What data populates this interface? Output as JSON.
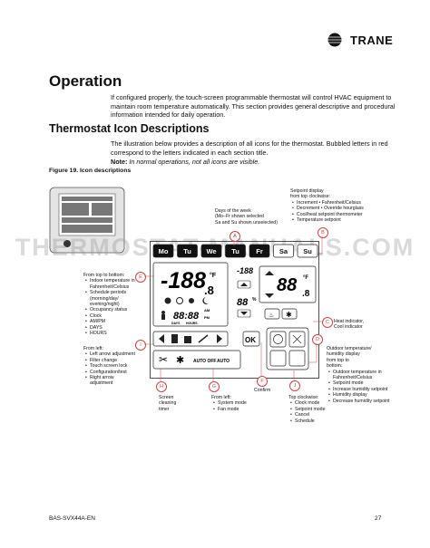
{
  "header": {
    "brand": "TRANE"
  },
  "section_title": "Operation",
  "intro": "If configured properly, the touch-screen programmable thermostat will control HVAC equipment to maintain room temperature automatically. This section provides general descriptive and procedural information intended for daily operation.",
  "subsection_title": "Thermostat Icon Descriptions",
  "subsection_text": "The illustration below provides a description of all icons for the thermostat. Bubbled letters in red correspond to the letters indicated in each section title.",
  "note_label": "Note:",
  "note_text": "In normal operations, not all icons are visible.",
  "figure_caption": "Figure 19.  Icon descriptions",
  "watermark": "THERMOSTAT-MANUALS.COM",
  "footer": {
    "doc_id": "BAS-SVX44A-EN",
    "page": "27"
  },
  "panel": {
    "days": [
      "Mo",
      "Tu",
      "We",
      "Tu",
      "Fr",
      "Sa",
      "Su"
    ],
    "main_temp": "-188",
    "main_decimal": ".8",
    "main_unit": "°F",
    "small_temp": "-188",
    "right_temp": "88",
    "right_decimal": ".8",
    "right_unit": "°F",
    "humidity": "88",
    "humidity_unit": "%",
    "clock": "88:88",
    "am": "AM",
    "pm": "PM",
    "days_label": "DAYS",
    "hours_label": "HOURS",
    "ok": "OK",
    "auto_off": "AUTO OFF",
    "auto": "AUTO"
  },
  "bubbles": [
    "A",
    "B",
    "C",
    "D",
    "E",
    "F",
    "G",
    "H",
    "I",
    "J"
  ],
  "annotations": {
    "days": {
      "title": "Days of the week",
      "lines": [
        "(Mo–Fr shown selected",
        "Sa and Su shown unselected)"
      ]
    },
    "setpoint": {
      "title_lines": [
        "Setpoint display",
        "from top clockwise:"
      ],
      "items": [
        "Increment   • Fahrenheit/Celsius",
        "Decrement   • Override hourglass",
        "Cool/heat setpoint thermometer",
        "Temperature setpoint"
      ]
    },
    "top_bottom": {
      "title": "From top to bottom:",
      "items": [
        "Indoor temperature in Fahrenheit/Celsius",
        "Schedule periods (morning/day/ evening/night)",
        "Occupancy status",
        "Clock",
        "AM/PM",
        "DAYS",
        "HOURS"
      ]
    },
    "heat": {
      "lines": [
        "Heat indicator,",
        "Cool indicator"
      ]
    },
    "from_left_1": {
      "title": "From left:",
      "items": [
        "Left arrow adjustment",
        "Filter change",
        "Touch screen lock",
        "Configuration/test",
        "Right arrow adjustment"
      ]
    },
    "outdoor": {
      "title_lines": [
        "Outdoor temperature/",
        "humidity display",
        "from top to",
        "bottom:"
      ],
      "items": [
        "Outdoor temperature in Fahrenheit/Celsius",
        "Setpoint mode",
        "Increase humidity setpoint",
        "Humidity display",
        "Decrease humidity setpoint"
      ]
    },
    "screen": {
      "lines": [
        "Screen",
        "cleaning",
        "timer"
      ]
    },
    "from_left_2": {
      "title": "From left:",
      "items": [
        "System mode",
        "Fan mode"
      ]
    },
    "confirm": "Confirm",
    "top_clock": {
      "title": "Top clockwise:",
      "items": [
        "Clock mode",
        "Setpoint mode",
        "Cancel",
        "Schedule"
      ]
    }
  }
}
